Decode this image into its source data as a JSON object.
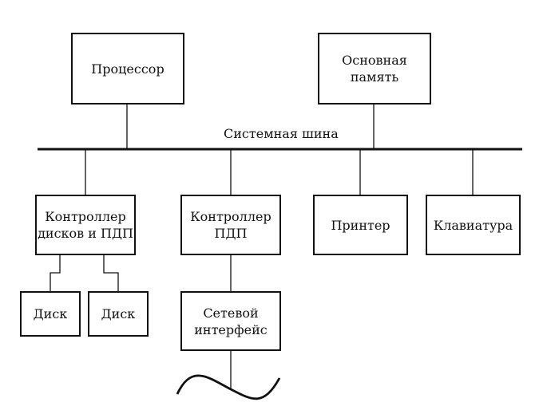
{
  "bus": {
    "label": "Системная шина"
  },
  "nodes": {
    "processor": "Процессор",
    "main_memory": "Основная\nпамять",
    "disk_dma_controller": "Контроллер\nдисков и ПДП",
    "dma_controller": "Контроллер\nПДП",
    "printer": "Принтер",
    "keyboard": "Клавиатура",
    "disk_1": "Диск",
    "disk_2": "Диск",
    "network_interface": "Сетевой\nинтерфейс"
  }
}
